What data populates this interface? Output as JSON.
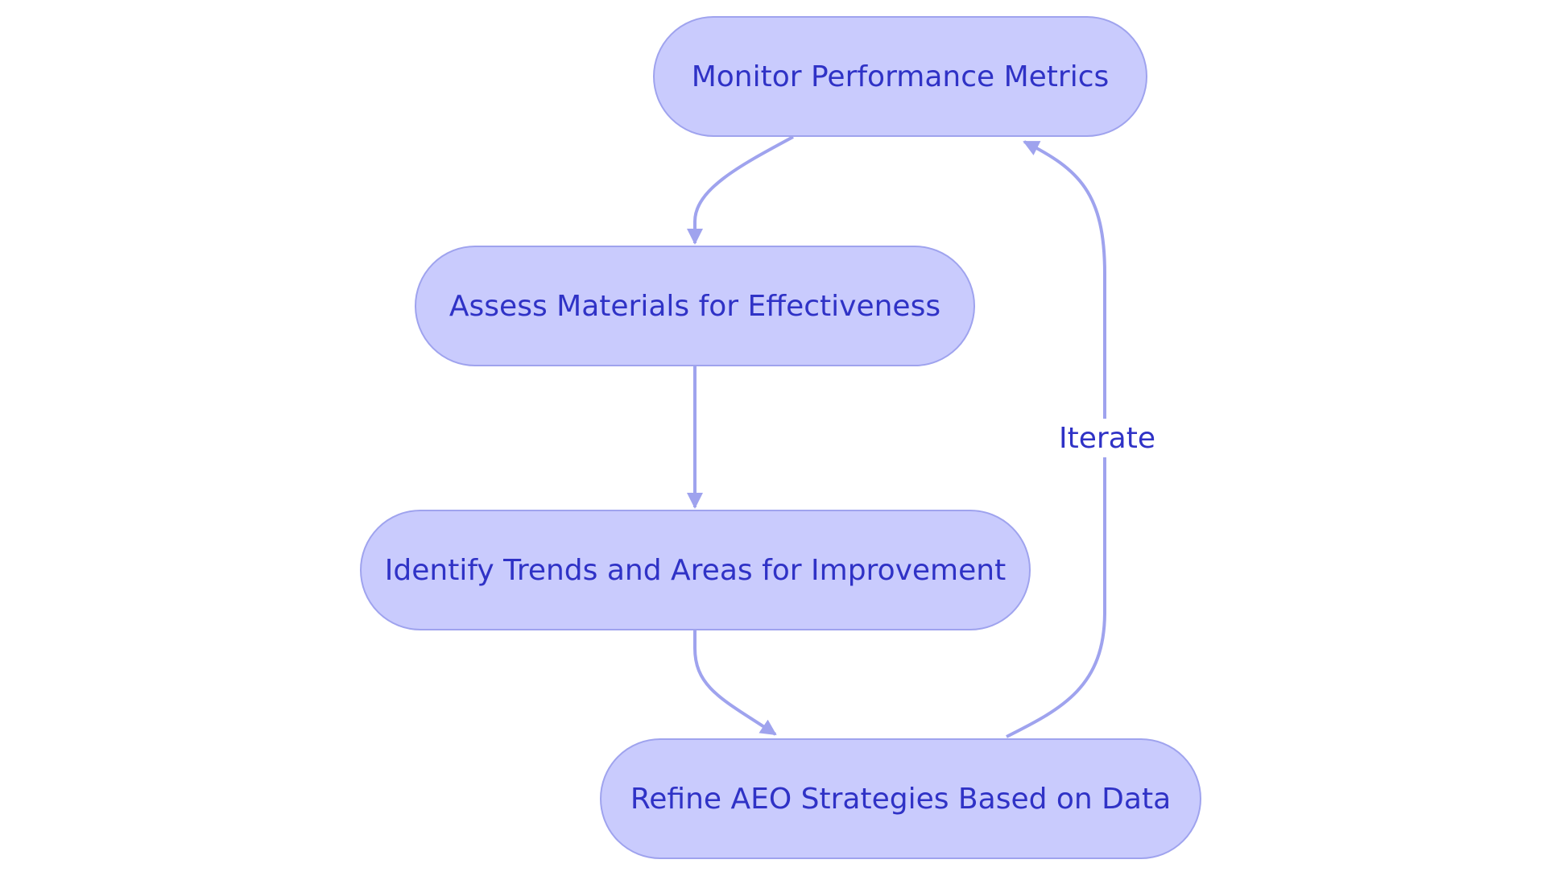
{
  "colors": {
    "node_fill": "#c9cbfd",
    "node_border": "#9fa3ee",
    "text": "#2f32c6",
    "edge": "#9fa3ee"
  },
  "nodes": [
    {
      "label": "Monitor Performance Metrics"
    },
    {
      "label": "Assess Materials for Effectiveness"
    },
    {
      "label": "Identify Trends and Areas for Improvement"
    },
    {
      "label": "Refine AEO Strategies Based on Data"
    }
  ],
  "edges": [
    {
      "from": "Monitor Performance Metrics",
      "to": "Assess Materials for Effectiveness",
      "label": ""
    },
    {
      "from": "Assess Materials for Effectiveness",
      "to": "Identify Trends and Areas for Improvement",
      "label": ""
    },
    {
      "from": "Identify Trends and Areas for Improvement",
      "to": "Refine AEO Strategies Based on Data",
      "label": ""
    },
    {
      "from": "Refine AEO Strategies Based on Data",
      "to": "Monitor Performance Metrics",
      "label": "Iterate"
    }
  ]
}
